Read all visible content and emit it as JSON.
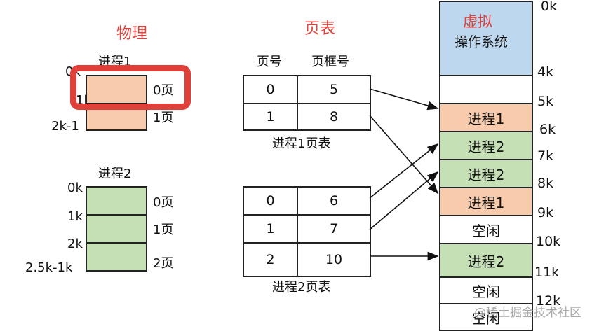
{
  "titles": {
    "physical": "物理",
    "page_table": "页表",
    "virtual": "虚拟"
  },
  "process1": {
    "name": "进程1",
    "addr_labels": [
      "0k",
      "1k",
      "2k-1"
    ],
    "pages": [
      "0页",
      "1页"
    ]
  },
  "process2": {
    "name": "进程2",
    "addr_labels": [
      "0k",
      "1k",
      "2k",
      "2.5k-1k"
    ],
    "pages": [
      "0页",
      "1页",
      "2页"
    ]
  },
  "table_headers": {
    "page_no": "页号",
    "frame_no": "页框号"
  },
  "table1": {
    "caption": "进程1页表",
    "rows": [
      {
        "page": "0",
        "frame": "5"
      },
      {
        "page": "1",
        "frame": "8"
      }
    ]
  },
  "table2": {
    "caption": "进程2页表",
    "rows": [
      {
        "page": "0",
        "frame": "6"
      },
      {
        "page": "1",
        "frame": "7"
      },
      {
        "page": "2",
        "frame": "10"
      }
    ]
  },
  "memory": {
    "os_block": "操作系统",
    "blocks": [
      "进程1",
      "进程2",
      "进程2",
      "进程1",
      "空闲",
      "进程2",
      "空闲",
      "空闲"
    ],
    "addresses": [
      "0k",
      "4k",
      "5k",
      "6k",
      "7k",
      "8k",
      "9k",
      "10k",
      "11k",
      "12k"
    ]
  },
  "colors": {
    "highlight": "#e0403a",
    "process1": "#f8cbad",
    "process2": "#c5e0b4",
    "os": "#bdd7ee"
  },
  "watermark": "@稀土掘金技术社区"
}
